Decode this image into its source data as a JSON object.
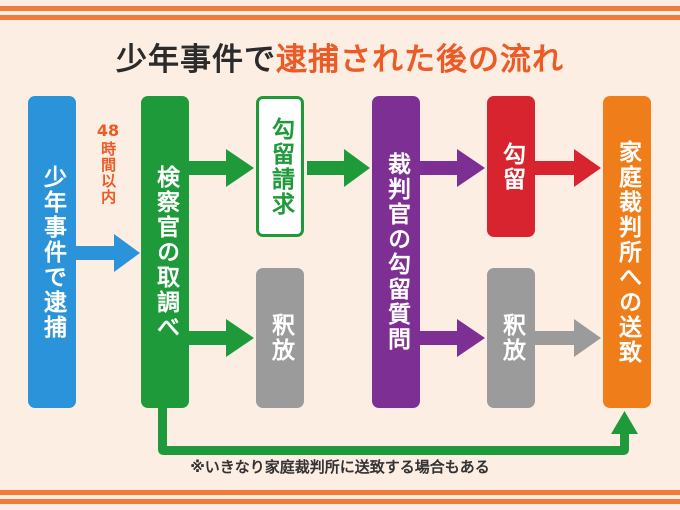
{
  "title": {
    "part1": "少年事件で",
    "part2": "逮捕された後の流れ"
  },
  "nodes": {
    "arrest": "少年事件で逮捕",
    "prosecutor": "検察官の取調べ",
    "detention_request": "勾留請求",
    "release_1": "釈放",
    "judge_hearing": "裁判官の勾留質問",
    "detention": "勾留",
    "release_2": "釈放",
    "family_court": "家庭裁判所への送致"
  },
  "time_note": {
    "hours": "48",
    "text": "時間以内"
  },
  "footnote": "※いきなり家庭裁判所に送致する場合もある",
  "colors": {
    "background": "#fdeee4",
    "stripe": "#f07b3a",
    "title_accent": "#ec5a26",
    "blue": "#2a93d9",
    "green": "#1f9a3a",
    "purple": "#7d2f94",
    "red": "#d7242f",
    "gray": "#9b9b9b",
    "orange": "#ef7d1a"
  }
}
